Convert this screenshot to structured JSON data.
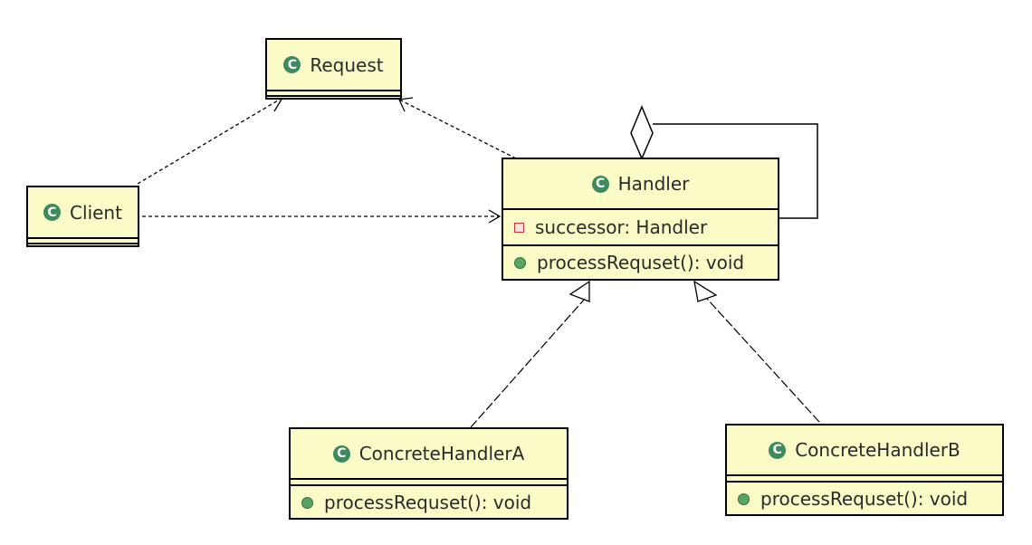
{
  "classes": {
    "request": {
      "name": "Request"
    },
    "client": {
      "name": "Client"
    },
    "handler": {
      "name": "Handler",
      "field": "successor: Handler",
      "method": "processRequset(): void"
    },
    "concrete_a": {
      "name": "ConcreteHandlerA",
      "method": "processRequset(): void"
    },
    "concrete_b": {
      "name": "ConcreteHandlerB",
      "method": "processRequset(): void"
    }
  },
  "icons": {
    "class": "class-icon",
    "public_method": "public-method-icon",
    "private_field": "private-field-icon"
  },
  "colors": {
    "class_fill": "#fbfbc8",
    "class_icon": "#3e8a5c",
    "private_marker": "#c8383a",
    "public_marker": "#5aa463"
  }
}
